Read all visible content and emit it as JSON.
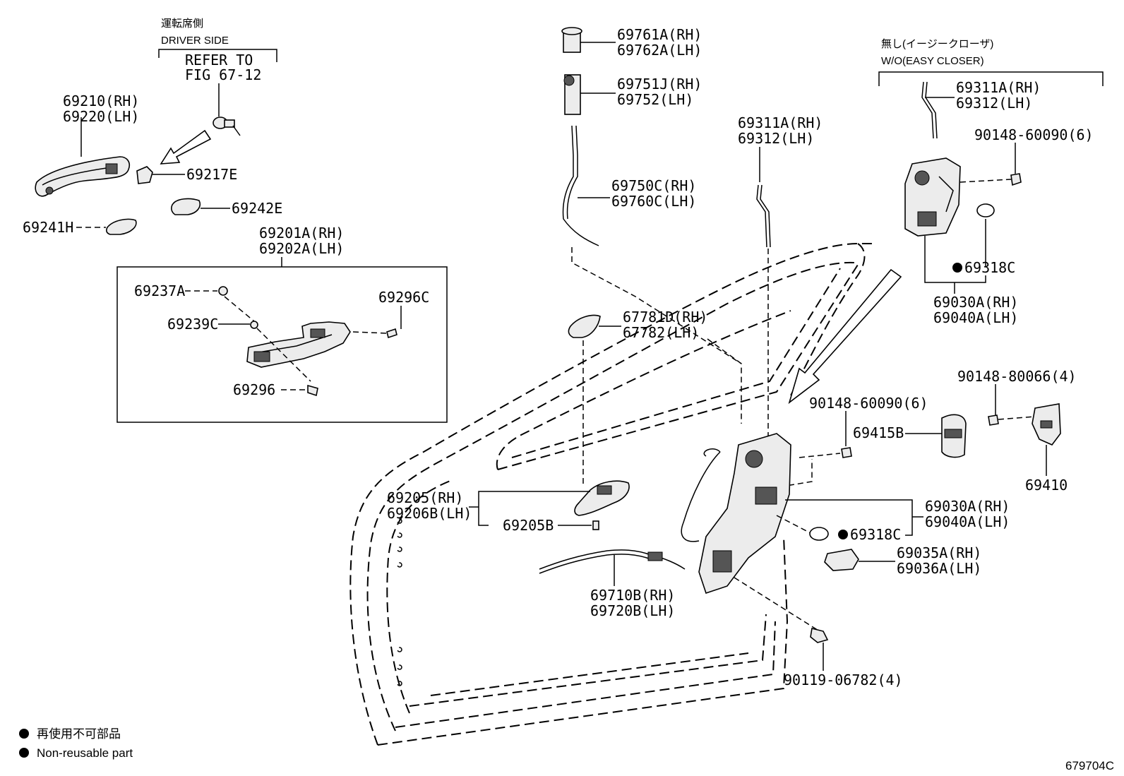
{
  "labels": {
    "l69210": "69210(RH)",
    "l69220": "69220(LH)",
    "l69217e": "69217E",
    "l69242e": "69242E",
    "l69241h": "69241H",
    "l69201a": "69201A(RH)",
    "l69202a": "69202A(LH)",
    "l69237a": "69237A",
    "l69239c": "69239C",
    "l69296c": "69296C",
    "l69296": "69296",
    "l69761a": "69761A(RH)",
    "l69762a": "69762A(LH)",
    "l69751j": "69751J(RH)",
    "l69752": "69752(LH)",
    "l69750c": "69750C(RH)",
    "l69760c": "69760C(LH)",
    "l67781d": "67781D(RH)",
    "l67782": "67782(LH)",
    "l69311a_c": "69311A(RH)",
    "l69312_c": "69312(LH)",
    "l69311a_r": "69311A(RH)",
    "l69312_r": "69312(LH)",
    "l90148_6_top": "90148-60090(6)",
    "l69318c_top": "69318C",
    "l69030a_top": "69030A(RH)",
    "l69040a_top": "69040A(LH)",
    "l90148_4": "90148-80066(4)",
    "l90148_6_mid": "90148-60090(6)",
    "l69415b": "69415B",
    "l69410": "69410",
    "l69205": "69205(RH)",
    "l69206b": "69206B(LH)",
    "l69205b": "69205B",
    "l69030a_mid": "69030A(RH)",
    "l69040a_mid": "69040A(LH)",
    "l69318c_mid": "69318C",
    "l69035a": "69035A(RH)",
    "l69036a": "69036A(LH)",
    "l69710b": "69710B(RH)",
    "l69720b": "69720B(LH)",
    "l90119": "90119-06782(4)"
  },
  "headers": {
    "driver_jp": "運転席側",
    "driver_en": "DRIVER SIDE",
    "refer1": "REFER TO",
    "refer2": "FIG 67-12",
    "easy_jp": "無し(イージークローザ)",
    "easy_en": "W/O(EASY CLOSER)"
  },
  "legend": {
    "jp": "再使用不可部品",
    "en": "Non-reusable part"
  },
  "figure_id": "679704C"
}
